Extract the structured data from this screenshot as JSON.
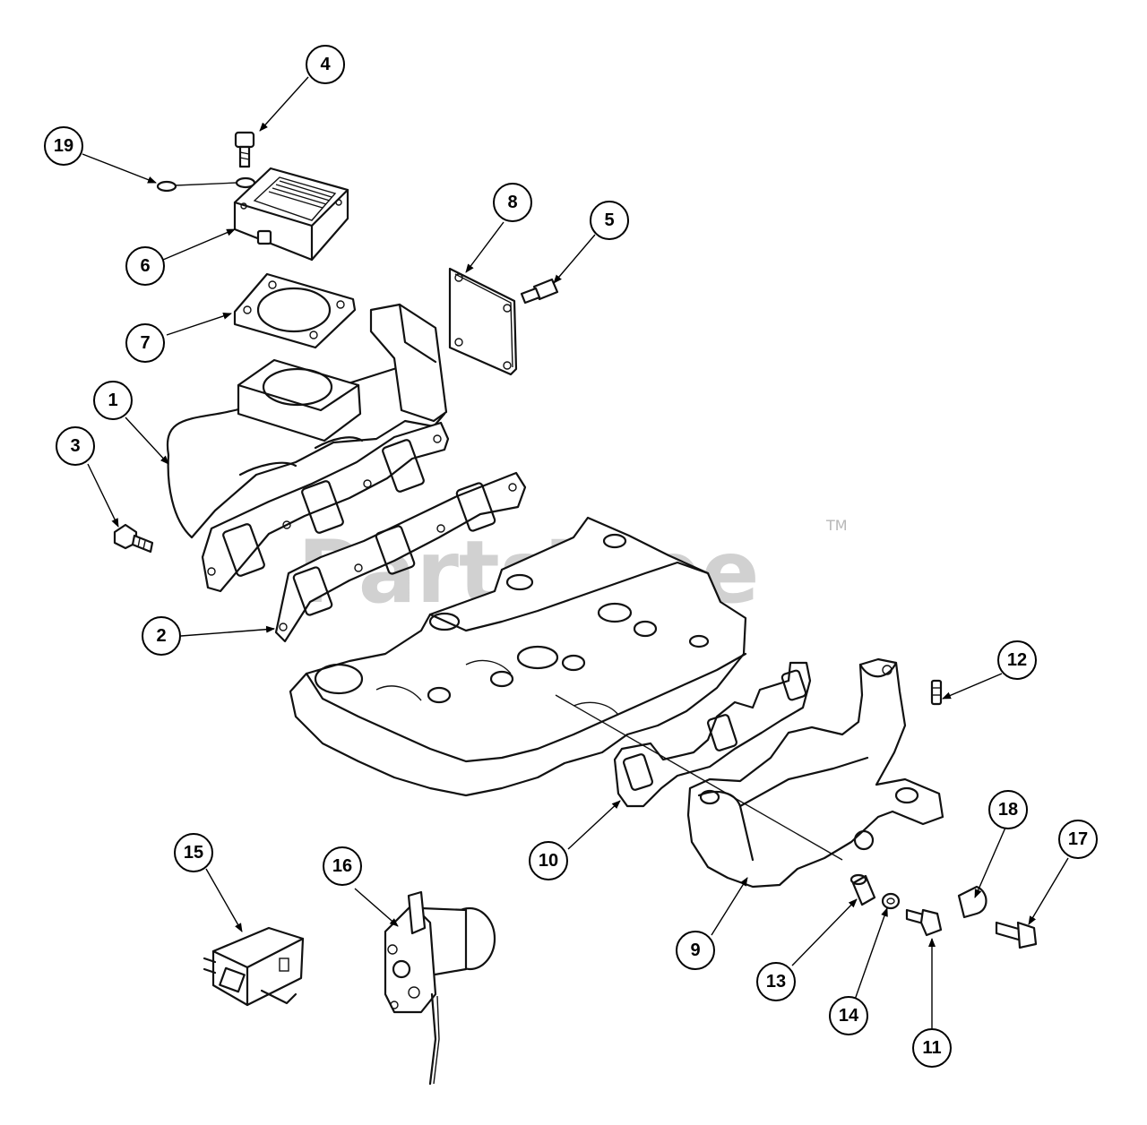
{
  "watermark": {
    "text": "PartsTree",
    "trademark": "TM"
  },
  "callouts": [
    "1",
    "2",
    "3",
    "4",
    "5",
    "6",
    "7",
    "8",
    "9",
    "10",
    "11",
    "12",
    "13",
    "14",
    "15",
    "16",
    "17",
    "18",
    "19"
  ]
}
